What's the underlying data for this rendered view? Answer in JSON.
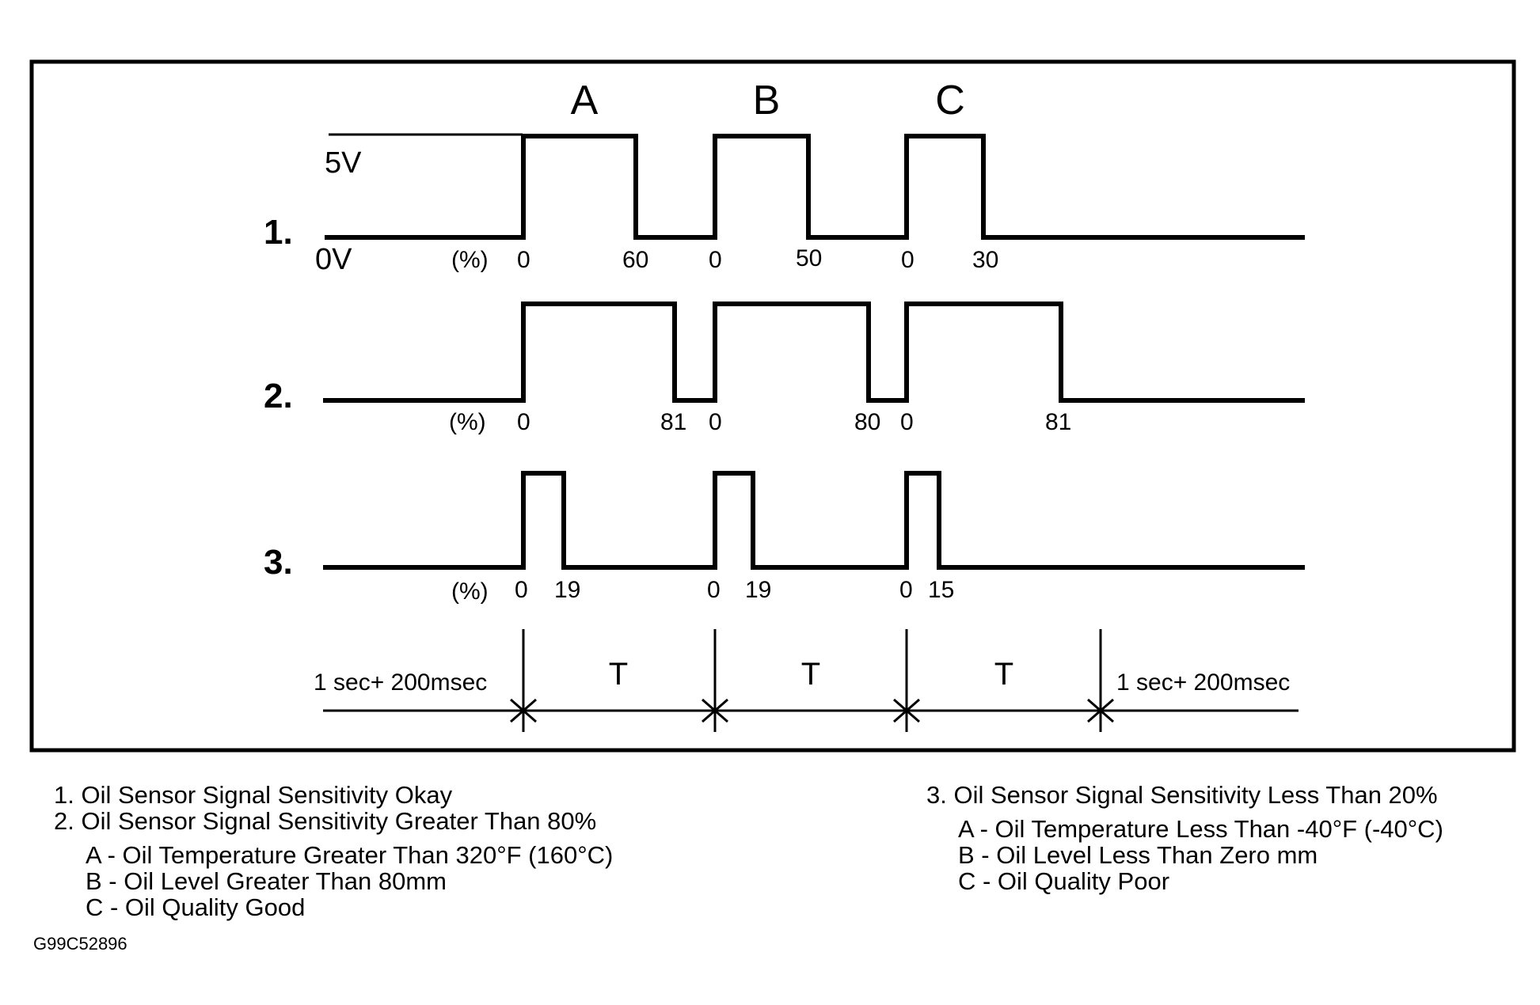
{
  "diagram": {
    "column_labels": [
      "A",
      "B",
      "C"
    ],
    "v_high": "5V",
    "v_low": "0V",
    "pct": "(%)",
    "rows": [
      {
        "label": "1.",
        "ticks": [
          "0",
          "60",
          "0",
          "50",
          "0",
          "30"
        ]
      },
      {
        "label": "2.",
        "ticks": [
          "0",
          "81",
          "0",
          "80",
          "0",
          "81"
        ]
      },
      {
        "label": "3.",
        "ticks": [
          "0",
          "19",
          "0",
          "19",
          "0",
          "15"
        ]
      }
    ],
    "period_label": "T",
    "edge_label": "1 sec+ 200msec"
  },
  "legend": {
    "left": [
      "1. Oil Sensor Signal Sensitivity Okay",
      "2. Oil Sensor Signal Sensitivity Greater Than 80%"
    ],
    "left_sub": [
      "A - Oil Temperature Greater Than 320°F (160°C)",
      "B - Oil Level Greater Than 80mm",
      "C - Oil Quality Good"
    ],
    "right": "3. Oil Sensor Signal Sensitivity Less Than 20%",
    "right_sub": [
      "A - Oil Temperature Less Than -40°F (-40°C)",
      "B - Oil Level Less Than Zero mm",
      "C - Oil Quality Poor"
    ]
  },
  "figure_code": "G99C52896"
}
